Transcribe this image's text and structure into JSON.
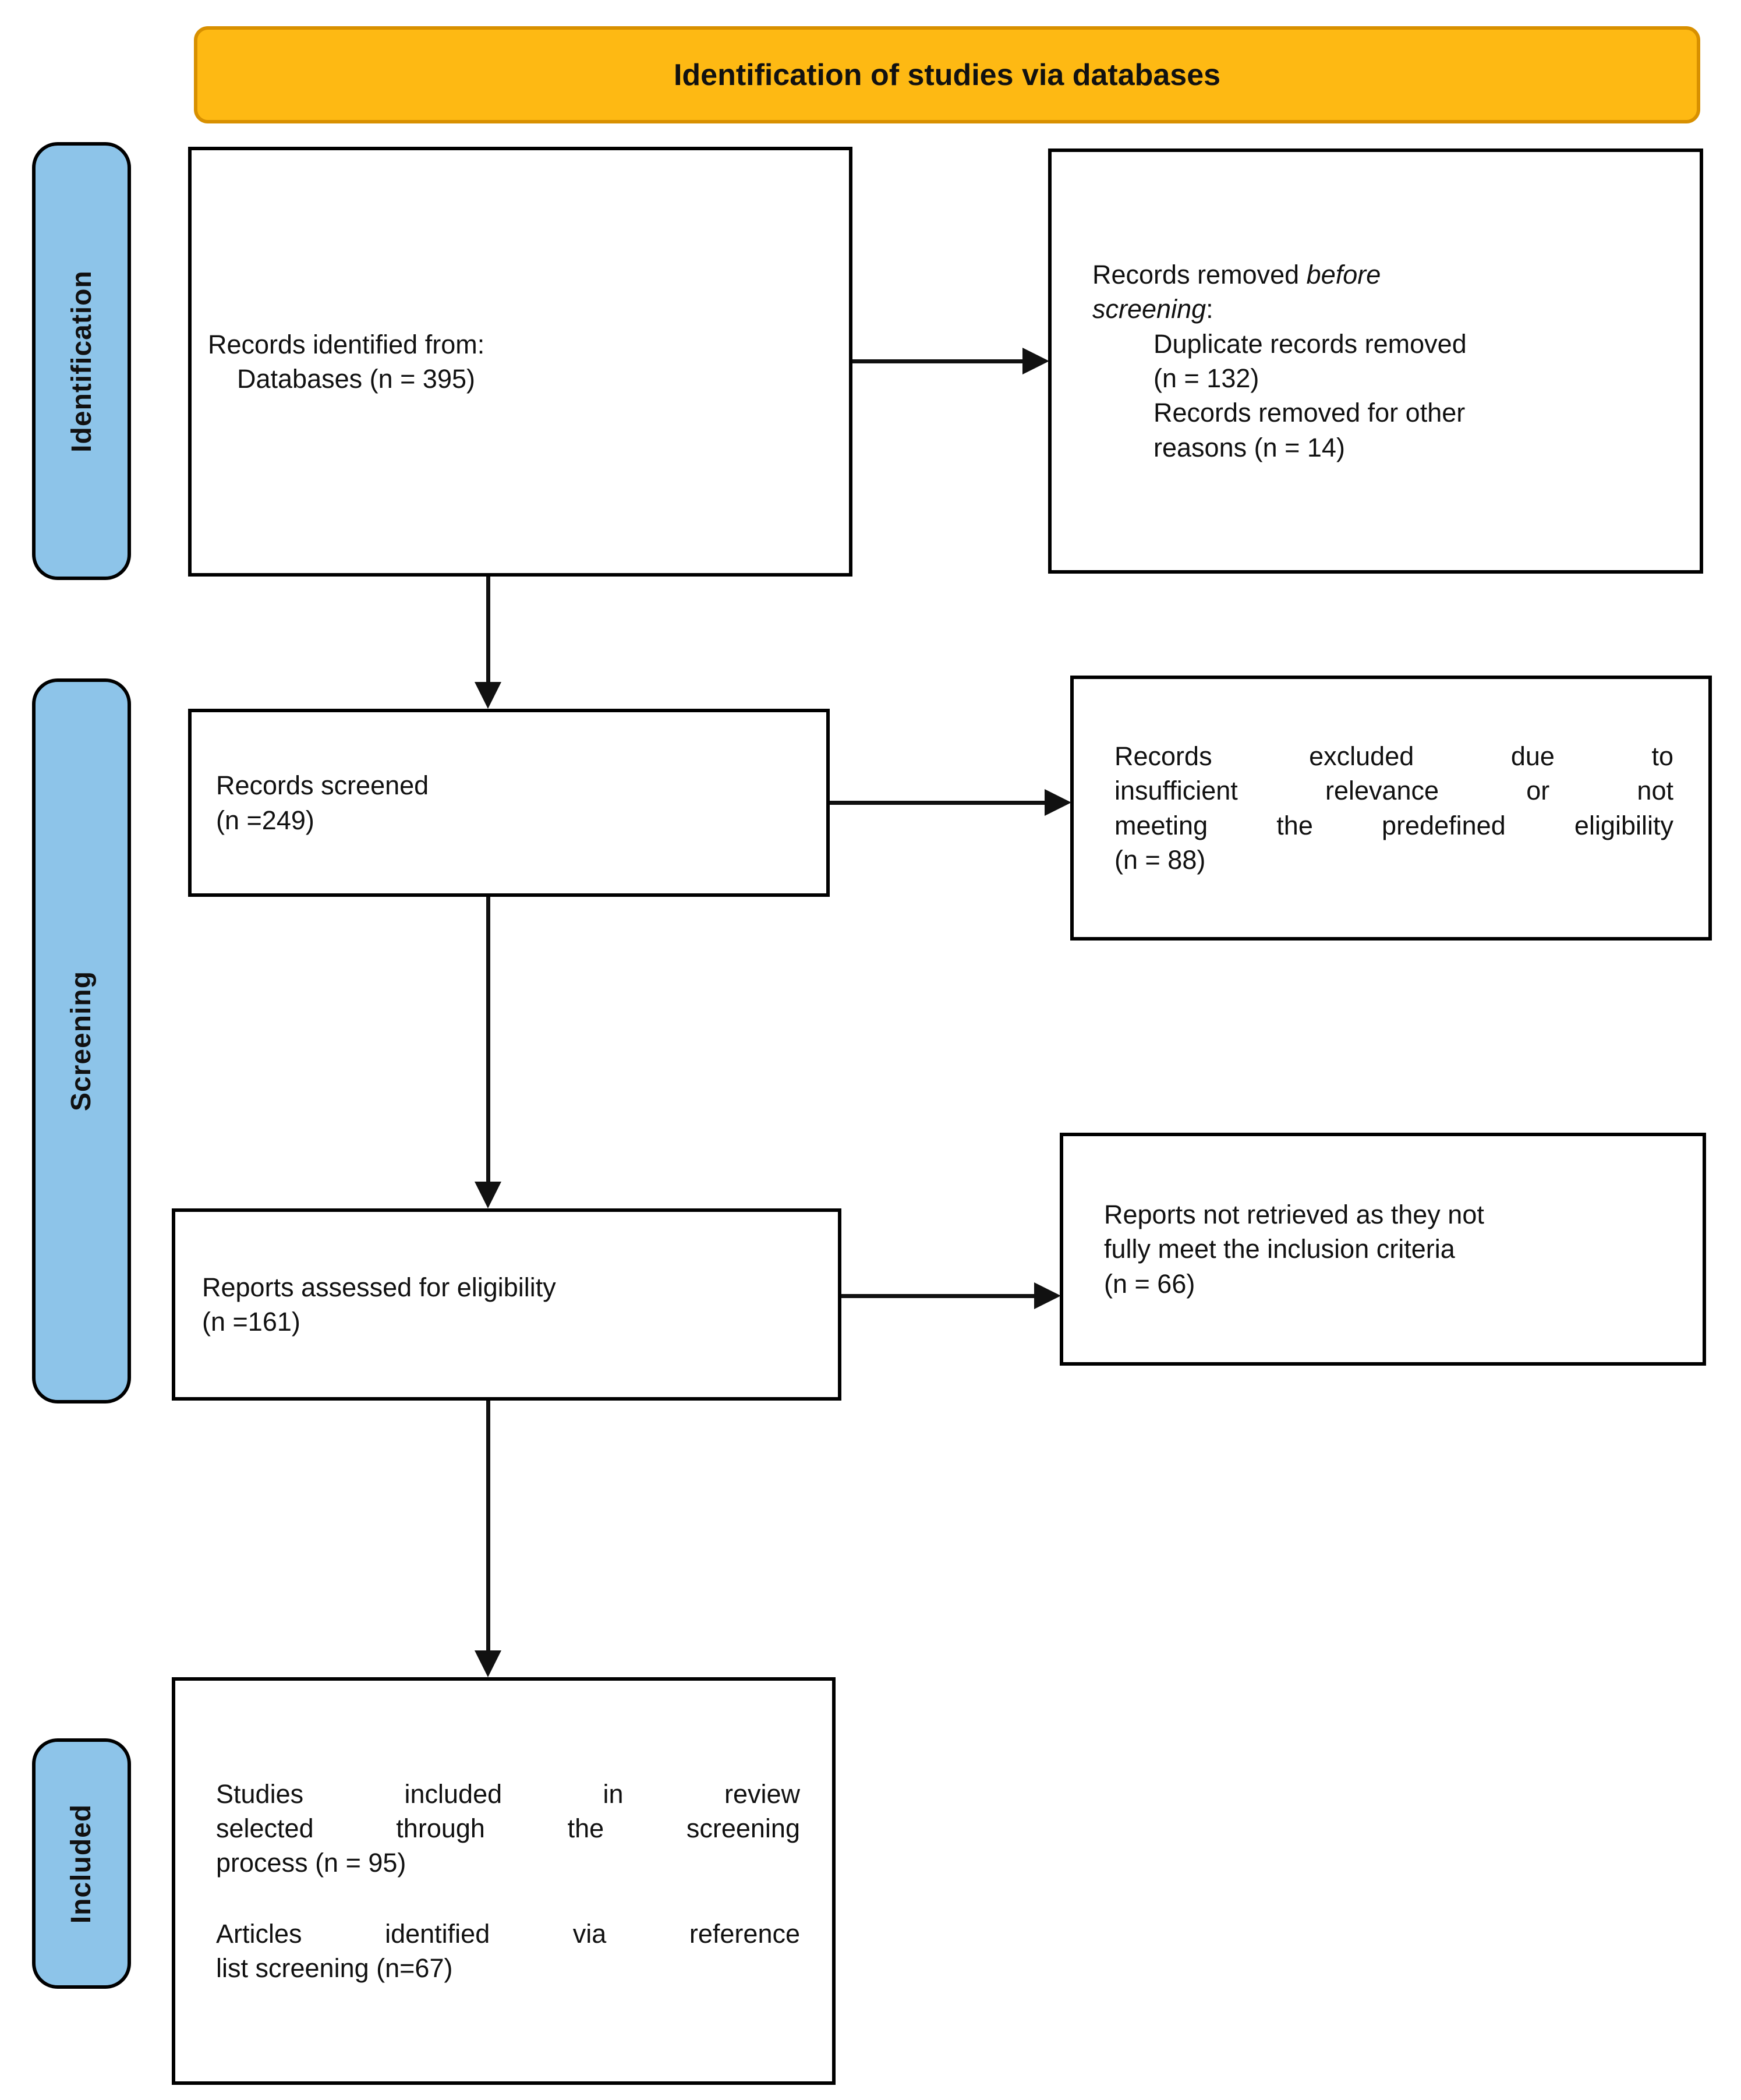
{
  "banner": {
    "title": "Identification of studies via databases"
  },
  "stages": [
    {
      "label": "Identification"
    },
    {
      "label": "Screening"
    },
    {
      "label": "Included"
    }
  ],
  "boxes": {
    "identified": {
      "line1": "Records identified from:",
      "line2": "Databases (n = 395)"
    },
    "removed": {
      "prefix": "Records removed",
      "italic1": "before",
      "italic2": "screening",
      "colon": ":",
      "items": [
        "Duplicate records removed",
        "(n = 132)",
        "Records removed for other",
        "reasons (n = 14)"
      ]
    },
    "screened": {
      "lines": [
        "Records screened",
        "(n =249)"
      ]
    },
    "excluded": {
      "lines": [
        "Records excluded due to",
        "insufficient relevance or not",
        "meeting the predefined eligibility",
        "(n = 88)"
      ]
    },
    "assessed": {
      "lines": [
        "Reports assessed for eligibility",
        "(n =161)"
      ]
    },
    "not_retrieved": {
      "lines": [
        "Reports not retrieved as they not",
        "fully meet the inclusion criteria",
        "(n = 66)"
      ]
    },
    "included": {
      "para1": [
        "Studies included in review",
        "selected through the screening",
        "process (n = 95)"
      ],
      "para2": [
        "Articles identified via reference",
        "list screening (n=67)"
      ]
    }
  },
  "colors": {
    "banner_bg": "#FEB913",
    "banner_border": "#D89000",
    "stage_bg": "#8DC4E9",
    "box_border": "#000000",
    "text": "#111111"
  }
}
